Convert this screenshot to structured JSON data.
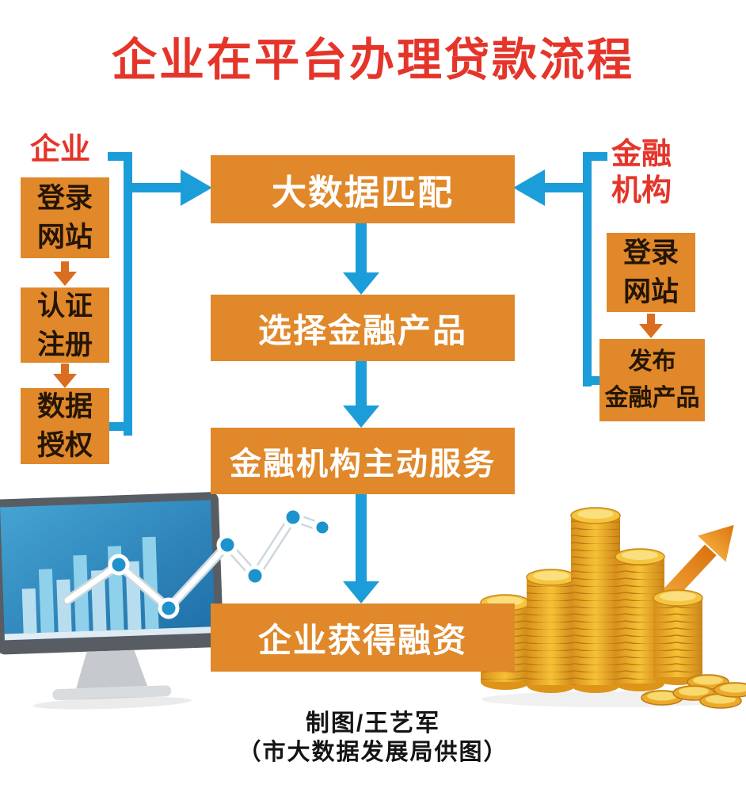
{
  "title": "企业在平台办理贷款流程",
  "left_column": {
    "heading": "企业",
    "steps": [
      "登录\n网站",
      "认证\n注册",
      "数据\n授权"
    ]
  },
  "right_column": {
    "heading": "金融\n机构",
    "steps": [
      "登录\n网站",
      "发布\n金融产品"
    ]
  },
  "flow": {
    "steps": [
      "大数据匹配",
      "选择金融产品",
      "金融机构主动服务",
      "企业获得融资"
    ]
  },
  "credits": {
    "author_line": "制图/王艺军",
    "source_line": "（市大数据发展局供图）"
  },
  "colors": {
    "title_red": "#e5352a",
    "box_orange": "#e0882a",
    "connector_blue": "#1b9dd9",
    "small_arrow_orange": "#da6d1f",
    "coin_gold": "#f6c136"
  }
}
